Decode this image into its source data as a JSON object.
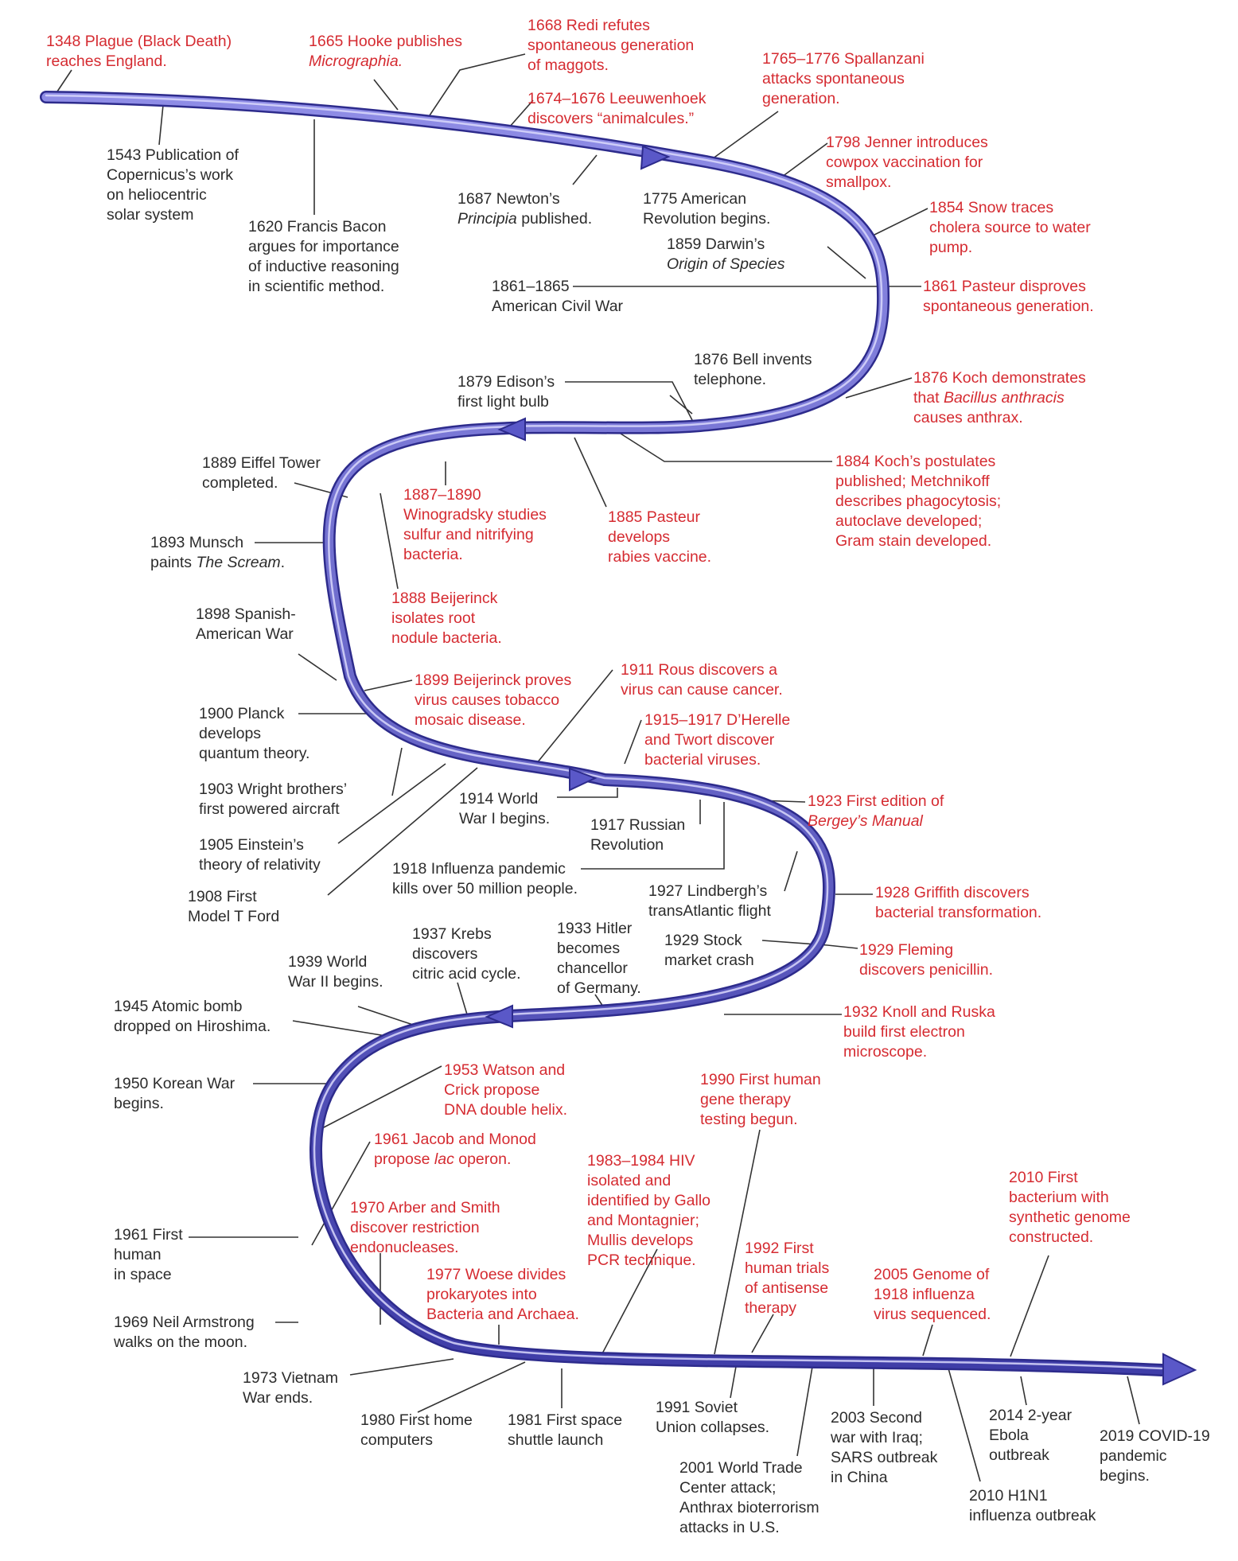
{
  "timeline": {
    "colors": {
      "science": "#d52b31",
      "history": "#2c2c2c",
      "ribbon": "#5a58c8",
      "ribbon_edge": "#2d2b8c",
      "leader": "#333333"
    },
    "events": [
      {
        "id": "e1348",
        "kind": "science",
        "text": "1348 Plague (Black Death)\nreaches England."
      },
      {
        "id": "e1543",
        "kind": "history",
        "text": "1543 Publication of\nCopernicus’s work\non heliocentric\nsolar system"
      },
      {
        "id": "e1620",
        "kind": "history",
        "text": "1620 Francis Bacon\nargues for importance\nof inductive reasoning\nin scientific method."
      },
      {
        "id": "e1665",
        "kind": "science",
        "text": "1665 Hooke publishes\nMicrographia.",
        "italic_phrase": "Micrographia."
      },
      {
        "id": "e1668",
        "kind": "science",
        "text": "1668 Redi refutes\nspontaneous generation\nof maggots."
      },
      {
        "id": "e1674",
        "kind": "science",
        "text": "1674–1676 Leeuwenhoek\ndiscovers “animalcules.”"
      },
      {
        "id": "e1687",
        "kind": "history",
        "text": "1687 Newton’s\nPrincipia published.",
        "italic_phrase": "Principia"
      },
      {
        "id": "e1765",
        "kind": "science",
        "text": "1765–1776 Spallanzani\nattacks spontaneous\ngeneration."
      },
      {
        "id": "e1775",
        "kind": "history",
        "text": "1775 American\nRevolution begins."
      },
      {
        "id": "e1798",
        "kind": "science",
        "text": "1798 Jenner introduces\ncowpox vaccination for\nsmallpox."
      },
      {
        "id": "e1854",
        "kind": "science",
        "text": "1854 Snow traces\ncholera source to water\npump."
      },
      {
        "id": "e1859",
        "kind": "history",
        "text": "1859 Darwin’s\nOrigin of Species",
        "italic_phrase": "Origin of Species"
      },
      {
        "id": "e1861a",
        "kind": "history",
        "text": "1861–1865\nAmerican Civil War"
      },
      {
        "id": "e1861b",
        "kind": "science",
        "text": "1861 Pasteur disproves\nspontaneous generation."
      },
      {
        "id": "e1876a",
        "kind": "history",
        "text": "1876 Bell invents\ntelephone."
      },
      {
        "id": "e1876b",
        "kind": "science",
        "text": "1876 Koch demonstrates\nthat Bacillus anthracis\ncauses anthrax.",
        "italic_phrase": "Bacillus anthracis"
      },
      {
        "id": "e1879",
        "kind": "history",
        "text": "1879 Edison’s\nfirst light bulb"
      },
      {
        "id": "e1884",
        "kind": "science",
        "text": "1884 Koch’s postulates\npublished; Metchnikoff\ndescribes phagocytosis;\nautoclave developed;\nGram stain developed."
      },
      {
        "id": "e1885",
        "kind": "science",
        "text": "1885 Pasteur\ndevelops\nrabies vaccine."
      },
      {
        "id": "e1887",
        "kind": "science",
        "text": "1887–1890\nWinogradsky studies\nsulfur and nitrifying\nbacteria."
      },
      {
        "id": "e1888",
        "kind": "science",
        "text": "1888 Beijerinck\nisolates root\nnodule bacteria."
      },
      {
        "id": "e1889",
        "kind": "history",
        "text": "1889 Eiffel Tower\ncompleted."
      },
      {
        "id": "e1893",
        "kind": "history",
        "text": "1893 Munsch\npaints The Scream.",
        "italic_phrase": "The Scream"
      },
      {
        "id": "e1898",
        "kind": "history",
        "text": "1898 Spanish-\nAmerican War"
      },
      {
        "id": "e1899",
        "kind": "science",
        "text": "1899 Beijerinck proves\nvirus causes tobacco\nmosaic disease."
      },
      {
        "id": "e1900",
        "kind": "history",
        "text": "1900 Planck\ndevelops\nquantum theory."
      },
      {
        "id": "e1903",
        "kind": "history",
        "text": "1903 Wright brothers’\nfirst powered aircraft"
      },
      {
        "id": "e1905",
        "kind": "history",
        "text": "1905 Einstein’s\ntheory of relativity"
      },
      {
        "id": "e1908",
        "kind": "history",
        "text": "1908 First\nModel T Ford"
      },
      {
        "id": "e1911",
        "kind": "science",
        "text": "1911 Rous discovers a\nvirus can cause cancer."
      },
      {
        "id": "e1914",
        "kind": "history",
        "text": "1914 World\nWar I begins."
      },
      {
        "id": "e1915",
        "kind": "science",
        "text": "1915–1917 D’Herelle\nand Twort discover\nbacterial viruses."
      },
      {
        "id": "e1917",
        "kind": "history",
        "text": "1917 Russian\nRevolution"
      },
      {
        "id": "e1918",
        "kind": "history",
        "text": "1918 Influenza pandemic\nkills over 50 million people."
      },
      {
        "id": "e1923",
        "kind": "science",
        "text": "1923 First edition of\nBergey’s Manual",
        "italic_phrase": "Bergey’s Manual"
      },
      {
        "id": "e1927",
        "kind": "history",
        "text": "1927 Lindbergh’s\ntransAtlantic flight"
      },
      {
        "id": "e1928",
        "kind": "science",
        "text": "1928 Griffith discovers\nbacterial transformation."
      },
      {
        "id": "e1929a",
        "kind": "history",
        "text": "1929 Stock\nmarket crash"
      },
      {
        "id": "e1929b",
        "kind": "science",
        "text": "1929 Fleming\ndiscovers penicillin."
      },
      {
        "id": "e1932",
        "kind": "science",
        "text": "1932 Knoll and Ruska\nbuild first electron\nmicroscope."
      },
      {
        "id": "e1933",
        "kind": "history",
        "text": "1933 Hitler\nbecomes\nchancellor\nof Germany."
      },
      {
        "id": "e1937",
        "kind": "history",
        "text": "1937 Krebs\ndiscovers\ncitric acid cycle."
      },
      {
        "id": "e1939",
        "kind": "history",
        "text": "1939 World\nWar II begins."
      },
      {
        "id": "e1945",
        "kind": "history",
        "text": "1945 Atomic bomb\ndropped on Hiroshima."
      },
      {
        "id": "e1950",
        "kind": "history",
        "text": "1950 Korean War\nbegins."
      },
      {
        "id": "e1953",
        "kind": "science",
        "text": "1953 Watson and\nCrick propose\nDNA double helix."
      },
      {
        "id": "e1961a",
        "kind": "science",
        "text": "1961 Jacob and Monod\npropose lac operon.",
        "italic_phrase": "lac"
      },
      {
        "id": "e1961b",
        "kind": "history",
        "text": "1961 First\nhuman\nin space"
      },
      {
        "id": "e1969",
        "kind": "history",
        "text": "1969 Neil Armstrong\nwalks on the moon."
      },
      {
        "id": "e1970",
        "kind": "science",
        "text": "1970 Arber and Smith\ndiscover restriction\nendonucleases."
      },
      {
        "id": "e1973",
        "kind": "history",
        "text": "1973 Vietnam\nWar ends."
      },
      {
        "id": "e1977",
        "kind": "science",
        "text": "1977 Woese divides\nprokaryotes into\nBacteria and Archaea."
      },
      {
        "id": "e1980",
        "kind": "history",
        "text": "1980 First home\ncomputers"
      },
      {
        "id": "e1981",
        "kind": "history",
        "text": "1981 First space\nshuttle launch"
      },
      {
        "id": "e1983",
        "kind": "science",
        "text": "1983–1984 HIV\nisolated and\nidentified by Gallo\nand Montagnier;\nMullis develops\nPCR technique."
      },
      {
        "id": "e1990",
        "kind": "science",
        "text": "1990 First human\ngene therapy\ntesting begun."
      },
      {
        "id": "e1991",
        "kind": "history",
        "text": "1991 Soviet\nUnion collapses."
      },
      {
        "id": "e1992",
        "kind": "science",
        "text": "1992 First\nhuman trials\nof antisense\ntherapy"
      },
      {
        "id": "e2001",
        "kind": "history",
        "text": "2001 World Trade\nCenter attack;\nAnthrax bioterrorism\nattacks in U.S."
      },
      {
        "id": "e2003",
        "kind": "history",
        "text": "2003 Second\nwar with Iraq;\nSARS outbreak\nin China"
      },
      {
        "id": "e2005",
        "kind": "science",
        "text": "2005 Genome of\n1918 influenza\nvirus sequenced."
      },
      {
        "id": "e2010a",
        "kind": "science",
        "text": "2010 First\nbacterium with\nsynthetic genome\nconstructed."
      },
      {
        "id": "e2010b",
        "kind": "history",
        "text": "2010 H1N1\ninfluenza outbreak"
      },
      {
        "id": "e2014",
        "kind": "history",
        "text": "2014 2-year\nEbola\noutbreak"
      },
      {
        "id": "e2019",
        "kind": "history",
        "text": "2019 COVID-19\npandemic\nbegins."
      }
    ]
  }
}
